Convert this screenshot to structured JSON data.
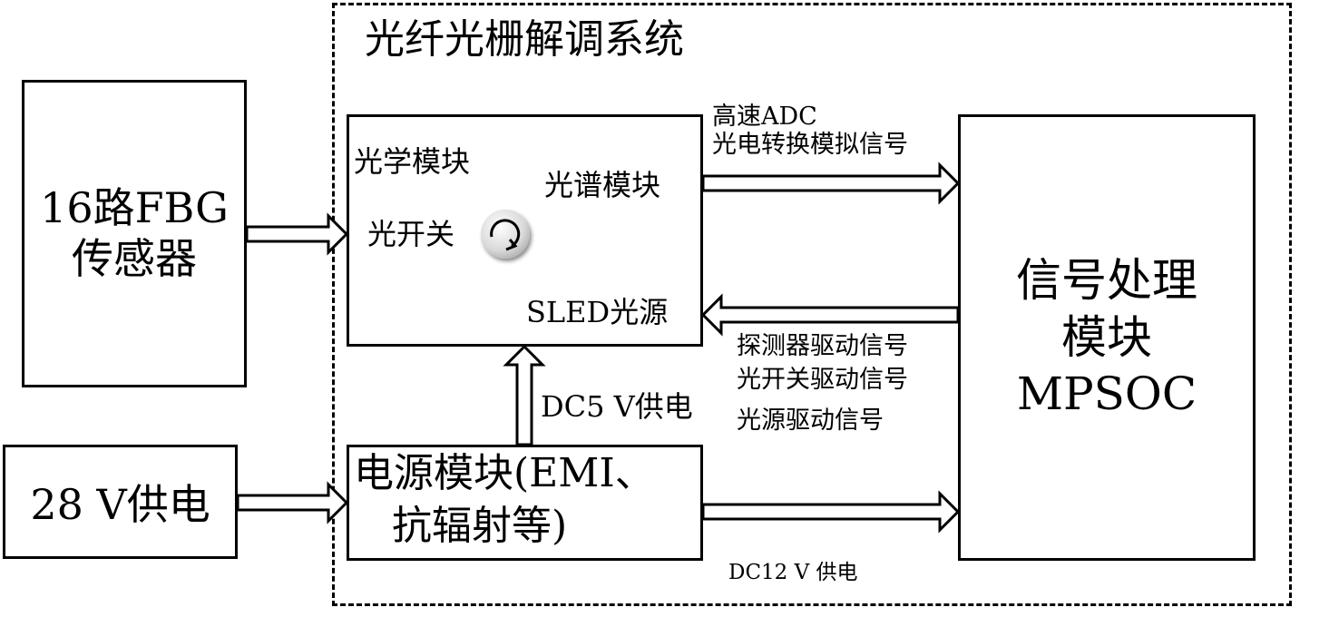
{
  "system": {
    "title": "光纤光栅解调系统"
  },
  "sensor": {
    "line1": "16路FBG",
    "line2": "传感器"
  },
  "power_input": {
    "label": "28 V供电"
  },
  "optical_module": {
    "title": "光学模块",
    "spectrum_label": "光谱模块",
    "switch_label": "光开关",
    "sled_label": "SLED光源"
  },
  "power_module": {
    "line1": "电源模块(EMI、",
    "line2": "抗辐射等)"
  },
  "signal_module": {
    "line1": "信号处理",
    "line2": "模块",
    "line3": "MPSOC"
  },
  "signals": {
    "adc_line1": "高速ADC",
    "adc_line2": "光电转换模拟信号",
    "drive_line1": "探测器驱动信号",
    "drive_line2": "光开关驱动信号",
    "drive_line3": "光源驱动信号",
    "dc5": "DC5 V供电",
    "dc12": "DC12 V 供电"
  },
  "icons": {
    "switch": "optical-switch-icon"
  }
}
